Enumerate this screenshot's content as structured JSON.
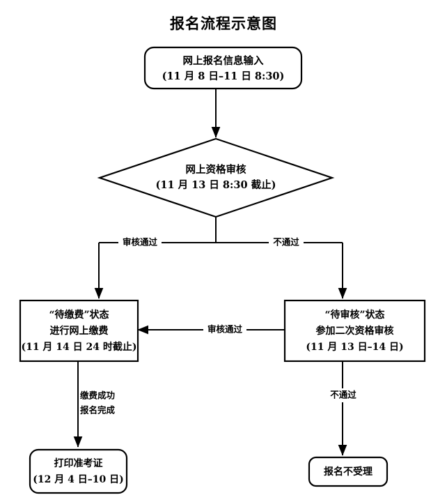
{
  "title": "报名流程示意图",
  "colors": {
    "background": "#ffffff",
    "stroke": "#000000",
    "text": "#000000"
  },
  "nodes": {
    "start": {
      "shape": "rounded-rectangle",
      "line1": "网上报名信息输入",
      "line2": "(11 月 8 日–11 日 8:30)"
    },
    "review": {
      "shape": "diamond",
      "line1": "网上资格审核",
      "line2": "(11 月 13 日 8:30 截止)"
    },
    "pending_payment": {
      "shape": "rectangle",
      "line1": "“待缴费”状态",
      "line2": "进行网上缴费",
      "line3": "(11 月 14 日 24 时截止)"
    },
    "pending_review": {
      "shape": "rectangle",
      "line1": "“待审核”状态",
      "line2": "参加二次资格审核",
      "line3": "(11 月 13 日–14 日)"
    },
    "print_ticket": {
      "shape": "rounded-rectangle",
      "line1": "打印准考证",
      "line2": "(12 月 4 日–10 日)"
    },
    "rejected": {
      "shape": "rounded-rectangle",
      "line1": "报名不受理"
    }
  },
  "edges": {
    "branch_pass": "审核通过",
    "branch_fail": "不通过",
    "second_review_pass": "审核通过",
    "second_review_fail": "不通过",
    "payment_success_line1": "缴费成功",
    "payment_success_line2": "报名完成"
  }
}
